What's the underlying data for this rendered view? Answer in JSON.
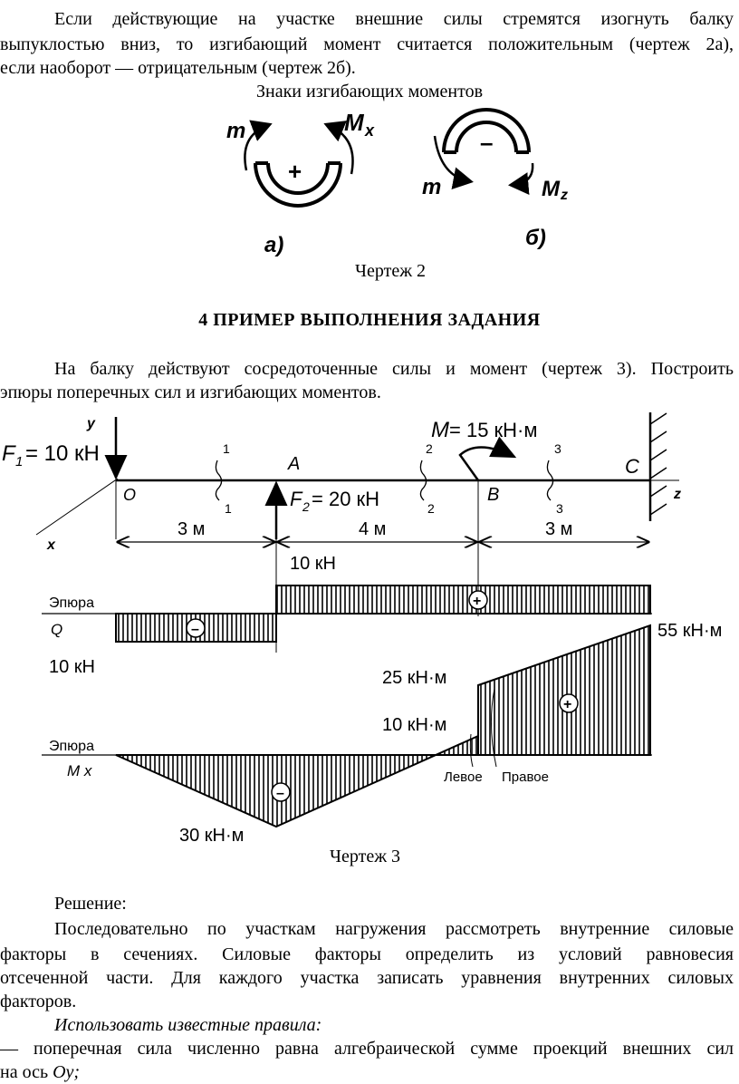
{
  "intro": {
    "line1": "Если действующие на участке внешние силы стремятся изогнуть балку",
    "line2": "выпуклостью вниз, то изгибающий момент считается положительным (чертеж 2а),",
    "line3": "если наоборот — отрицательным (чертеж 2б)."
  },
  "fig2": {
    "title": "Знаки изгибающих моментов",
    "caption": "Чертеж 2",
    "a": {
      "m": "m",
      "mx": "M",
      "mx_sub": "x",
      "sign": "+",
      "label": "а)"
    },
    "b": {
      "m": "m",
      "mx": "M",
      "mx_sub": "z",
      "sign": "–",
      "label": "б)"
    }
  },
  "section": {
    "heading": "4 ПРИМЕР  ВЫПОЛНЕНИЯ  ЗАДАНИЯ"
  },
  "task": {
    "line1": "На балку действуют сосредоточенные силы и момент (чертеж 3). Построить",
    "line2": "эпюры поперечных сил и изгибающих моментов."
  },
  "fig3": {
    "caption": "Чертеж 3",
    "axes": {
      "y": "y",
      "x": "x",
      "z": "z"
    },
    "f1": "F",
    "f1_sub": "1",
    "f1_value": "= 10 кН",
    "f2": "F",
    "f2_sub": "2",
    "f2_value": "= 20 кН",
    "moment": "M",
    "moment_value": "= 15 кН·м",
    "points": {
      "o": "O",
      "a": "A",
      "b": "B",
      "c": "C"
    },
    "sections": {
      "s1": "1",
      "s2": "2",
      "s3": "3"
    },
    "spans": {
      "d1": "3 м",
      "d2": "4 м",
      "d3": "3 м"
    },
    "q_label_1": "Эпюра",
    "q_label_2": "Q",
    "m_label_1": "Эпюра",
    "m_label_2": "M x",
    "q_pos_value": "10 кН",
    "q_neg_value": "10 кН",
    "q_pos_sign": "+",
    "q_neg_sign": "–",
    "m_55": "55 кН·м",
    "m_25": "25 кН·м",
    "m_10": "10 кН·м",
    "m_30": "30 кН·м",
    "m_pos_sign": "+",
    "m_neg_sign": "–",
    "left_label": "Левое",
    "right_label": "Правое"
  },
  "solution": {
    "title": "Решение:",
    "p1_l1": "Последовательно по участкам нагружения рассмотреть внутренние силовые",
    "p1_l2": "факторы в сечениях. Силовые факторы определить из условий равновесия",
    "p1_l3": "отсеченной части. Для каждого участка записать уравнения внутренних силовых",
    "p1_l4": "факторов.",
    "rules_title": "Использовать  известные правила:",
    "rule1_l1": "— поперечная сила численно равна алгебраической сумме проекций внешних сил",
    "rule1_l2_text": "на ось ",
    "rule1_l2_axis": "Oy;"
  }
}
